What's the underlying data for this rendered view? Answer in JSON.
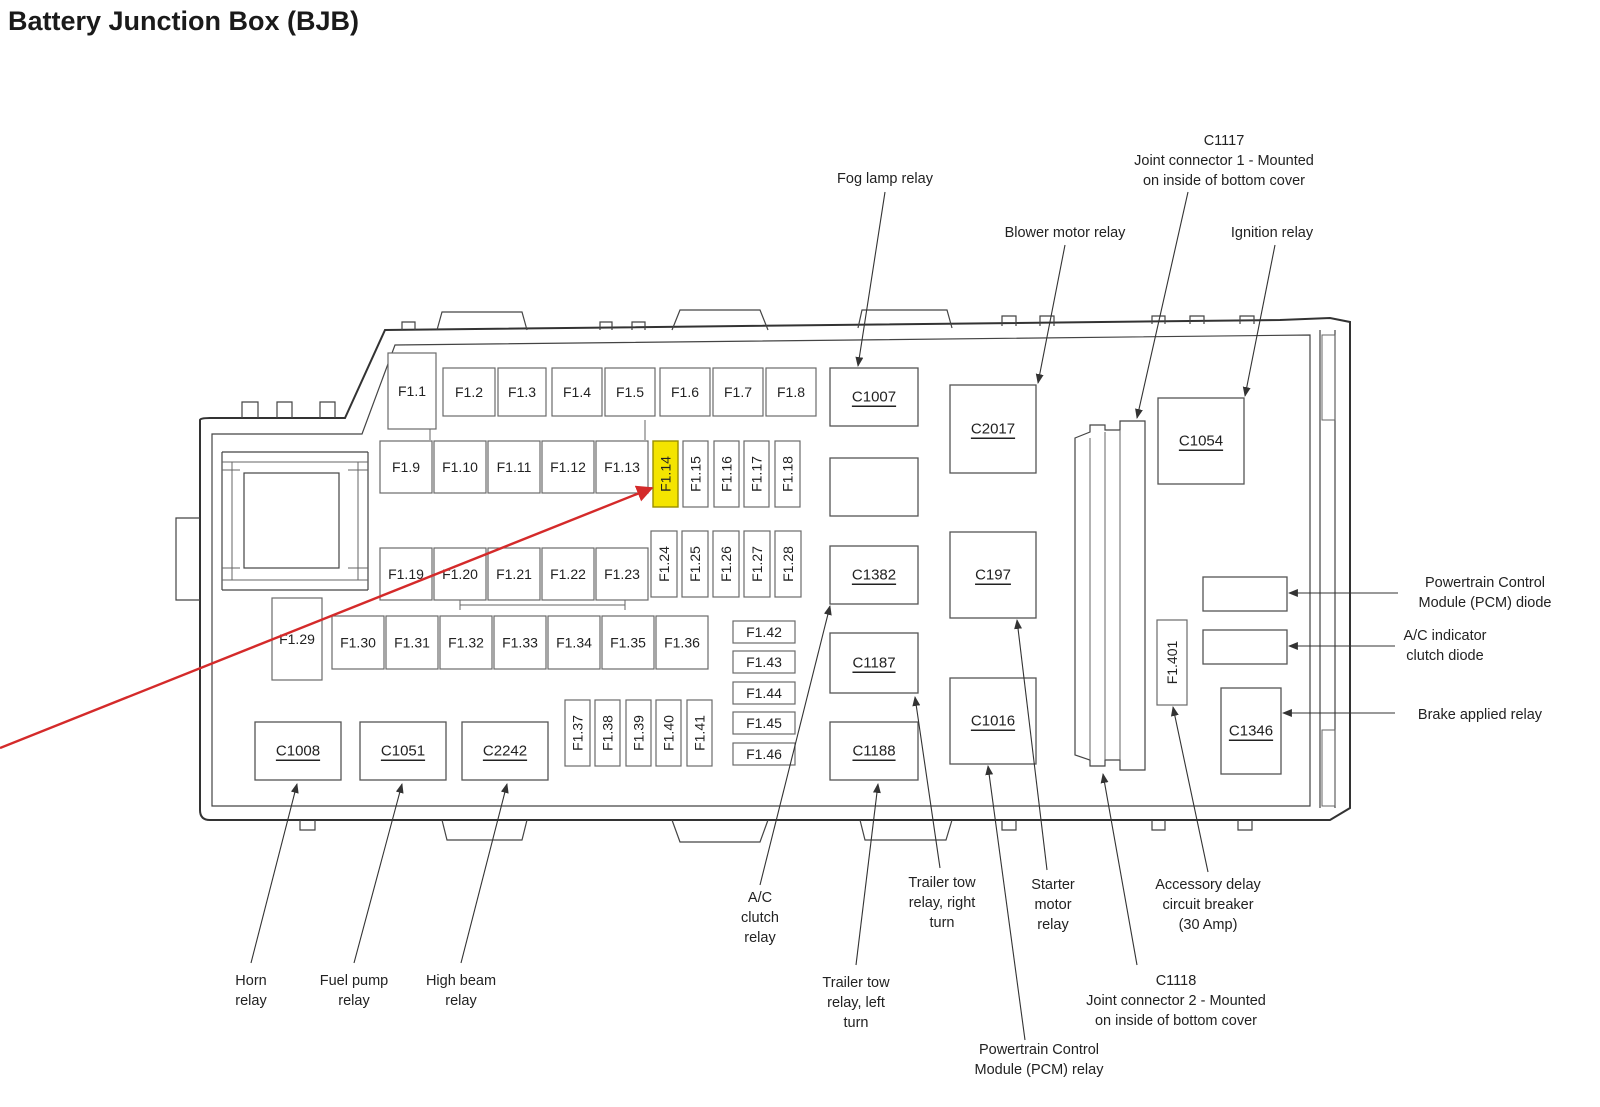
{
  "title": "Battery Junction Box (BJB)",
  "highlight_color": "#f4e400",
  "pointer_color": "#d42a2a",
  "highlighted_fuse": "F1.14",
  "fuses": [
    {
      "id": "f1-1",
      "label": "F1.1",
      "orient": "h"
    },
    {
      "id": "f1-2",
      "label": "F1.2",
      "orient": "h"
    },
    {
      "id": "f1-3",
      "label": "F1.3",
      "orient": "h"
    },
    {
      "id": "f1-4",
      "label": "F1.4",
      "orient": "h"
    },
    {
      "id": "f1-5",
      "label": "F1.5",
      "orient": "h"
    },
    {
      "id": "f1-6",
      "label": "F1.6",
      "orient": "h"
    },
    {
      "id": "f1-7",
      "label": "F1.7",
      "orient": "h"
    },
    {
      "id": "f1-8",
      "label": "F1.8",
      "orient": "h"
    },
    {
      "id": "f1-9",
      "label": "F1.9",
      "orient": "h"
    },
    {
      "id": "f1-10",
      "label": "F1.10",
      "orient": "h"
    },
    {
      "id": "f1-11",
      "label": "F1.11",
      "orient": "h"
    },
    {
      "id": "f1-12",
      "label": "F1.12",
      "orient": "h"
    },
    {
      "id": "f1-13",
      "label": "F1.13",
      "orient": "h"
    },
    {
      "id": "f1-14",
      "label": "F1.14",
      "orient": "v"
    },
    {
      "id": "f1-15",
      "label": "F1.15",
      "orient": "v"
    },
    {
      "id": "f1-16",
      "label": "F1.16",
      "orient": "v"
    },
    {
      "id": "f1-17",
      "label": "F1.17",
      "orient": "v"
    },
    {
      "id": "f1-18",
      "label": "F1.18",
      "orient": "v"
    },
    {
      "id": "f1-19",
      "label": "F1.19",
      "orient": "h"
    },
    {
      "id": "f1-20",
      "label": "F1.20",
      "orient": "h"
    },
    {
      "id": "f1-21",
      "label": "F1.21",
      "orient": "h"
    },
    {
      "id": "f1-22",
      "label": "F1.22",
      "orient": "h"
    },
    {
      "id": "f1-23",
      "label": "F1.23",
      "orient": "h"
    },
    {
      "id": "f1-24",
      "label": "F1.24",
      "orient": "v"
    },
    {
      "id": "f1-25",
      "label": "F1.25",
      "orient": "v"
    },
    {
      "id": "f1-26",
      "label": "F1.26",
      "orient": "v"
    },
    {
      "id": "f1-27",
      "label": "F1.27",
      "orient": "v"
    },
    {
      "id": "f1-28",
      "label": "F1.28",
      "orient": "v"
    },
    {
      "id": "f1-29",
      "label": "F1.29",
      "orient": "h"
    },
    {
      "id": "f1-30",
      "label": "F1.30",
      "orient": "h"
    },
    {
      "id": "f1-31",
      "label": "F1.31",
      "orient": "h"
    },
    {
      "id": "f1-32",
      "label": "F1.32",
      "orient": "h"
    },
    {
      "id": "f1-33",
      "label": "F1.33",
      "orient": "h"
    },
    {
      "id": "f1-34",
      "label": "F1.34",
      "orient": "h"
    },
    {
      "id": "f1-35",
      "label": "F1.35",
      "orient": "h"
    },
    {
      "id": "f1-36",
      "label": "F1.36",
      "orient": "h"
    },
    {
      "id": "f1-37",
      "label": "F1.37",
      "orient": "v"
    },
    {
      "id": "f1-38",
      "label": "F1.38",
      "orient": "v"
    },
    {
      "id": "f1-39",
      "label": "F1.39",
      "orient": "v"
    },
    {
      "id": "f1-40",
      "label": "F1.40",
      "orient": "v"
    },
    {
      "id": "f1-41",
      "label": "F1.41",
      "orient": "v"
    },
    {
      "id": "f1-42",
      "label": "F1.42",
      "orient": "h"
    },
    {
      "id": "f1-43",
      "label": "F1.43",
      "orient": "h"
    },
    {
      "id": "f1-44",
      "label": "F1.44",
      "orient": "h"
    },
    {
      "id": "f1-45",
      "label": "F1.45",
      "orient": "h"
    },
    {
      "id": "f1-46",
      "label": "F1.46",
      "orient": "h"
    },
    {
      "id": "f1-401",
      "label": "F1.401",
      "orient": "v"
    }
  ],
  "connectors": [
    {
      "id": "c1007",
      "label": "C1007"
    },
    {
      "id": "c2017",
      "label": "C2017"
    },
    {
      "id": "c1054",
      "label": "C1054"
    },
    {
      "id": "c1382",
      "label": "C1382"
    },
    {
      "id": "c197",
      "label": "C197"
    },
    {
      "id": "c1187",
      "label": "C1187"
    },
    {
      "id": "c1016",
      "label": "C1016"
    },
    {
      "id": "c1188",
      "label": "C1188"
    },
    {
      "id": "c1008",
      "label": "C1008"
    },
    {
      "id": "c1051",
      "label": "C1051"
    },
    {
      "id": "c2242",
      "label": "C2242"
    },
    {
      "id": "c1346",
      "label": "C1346"
    }
  ],
  "callouts": [
    {
      "id": "fog-lamp-relay",
      "lines": [
        "Fog lamp relay"
      ]
    },
    {
      "id": "blower-motor-relay",
      "lines": [
        "Blower motor relay"
      ]
    },
    {
      "id": "c1117",
      "lines": [
        "C1117",
        "Joint connector 1 - Mounted",
        "on inside of bottom cover"
      ]
    },
    {
      "id": "ignition-relay",
      "lines": [
        "Ignition relay"
      ]
    },
    {
      "id": "pcm-diode",
      "lines": [
        "Powertrain Control",
        "Module (PCM) diode"
      ]
    },
    {
      "id": "ac-indicator-clutch-diode",
      "lines": [
        "A/C indicator",
        "clutch diode"
      ]
    },
    {
      "id": "brake-applied-relay",
      "lines": [
        "Brake applied relay"
      ]
    },
    {
      "id": "horn-relay",
      "lines": [
        "Horn",
        "relay"
      ]
    },
    {
      "id": "fuel-pump-relay",
      "lines": [
        "Fuel pump",
        "relay"
      ]
    },
    {
      "id": "high-beam-relay",
      "lines": [
        "High beam",
        "relay"
      ]
    },
    {
      "id": "ac-clutch-relay",
      "lines": [
        "A/C",
        "clutch",
        "relay"
      ]
    },
    {
      "id": "trailer-tow-left",
      "lines": [
        "Trailer tow",
        "relay, left",
        "turn"
      ]
    },
    {
      "id": "trailer-tow-right",
      "lines": [
        "Trailer tow",
        "relay, right",
        "turn"
      ]
    },
    {
      "id": "starter-motor-relay",
      "lines": [
        "Starter",
        "motor",
        "relay"
      ]
    },
    {
      "id": "pcm-relay",
      "lines": [
        "Powertrain Control",
        "Module (PCM) relay"
      ]
    },
    {
      "id": "c1118",
      "lines": [
        "C1118",
        "Joint connector 2 - Mounted",
        "on inside of bottom cover"
      ]
    },
    {
      "id": "accessory-delay-cb",
      "lines": [
        "Accessory delay",
        "circuit breaker",
        "(30 Amp)"
      ]
    }
  ]
}
